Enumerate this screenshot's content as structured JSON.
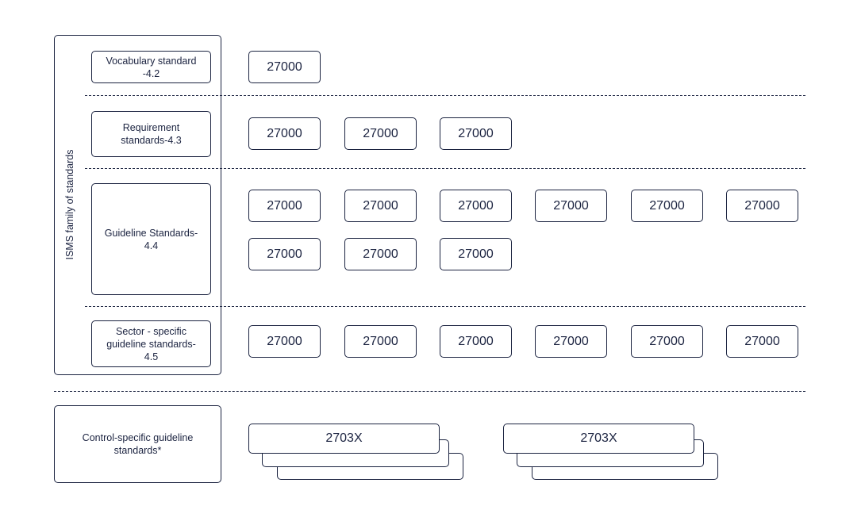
{
  "family_label": "ISMS family of standards",
  "rows": [
    {
      "category": "Vocabulary standard\n-4.2",
      "standards": [
        "27000"
      ]
    },
    {
      "category": "Requirement\nstandards-4.3",
      "standards": [
        "27000",
        "27000",
        "27000"
      ]
    },
    {
      "category": "Guideline Standards-\n4.4",
      "standards": [
        "27000",
        "27000",
        "27000",
        "27000",
        "27000",
        "27000",
        "27000",
        "27000",
        "27000"
      ]
    },
    {
      "category": "Sector - specific\nguideline standards-\n4.5",
      "standards": [
        "27000",
        "27000",
        "27000",
        "27000",
        "27000",
        "27000"
      ]
    }
  ],
  "control_specific": {
    "category": "Control-specific guideline\nstandards*",
    "stacks": [
      "2703X",
      "2703X"
    ]
  }
}
